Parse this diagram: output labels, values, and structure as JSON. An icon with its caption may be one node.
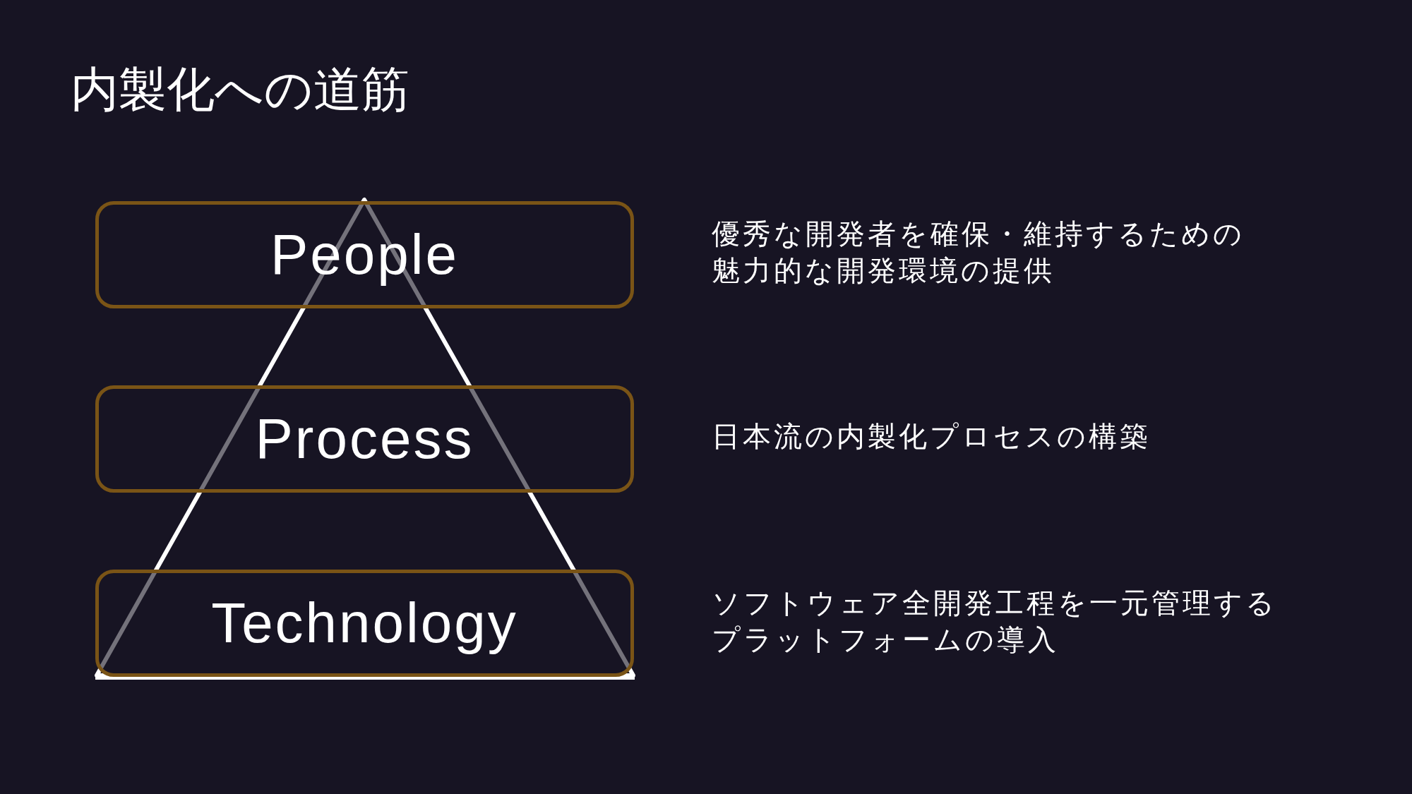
{
  "diagram": {
    "title": "内製化への道筋",
    "nodes": [
      {
        "text": [
          "People"
        ]
      },
      {
        "text": [
          "Process"
        ]
      },
      {
        "text": [
          "Technology"
        ]
      }
    ],
    "labels": [
      "優秀な開発者を確保・維持するための魅力的な開発環境の提供",
      "日本流の内製化プロセスの構築",
      "ソフトウェア全開発工程を一元管理するプラットフォームの導入"
    ]
  }
}
